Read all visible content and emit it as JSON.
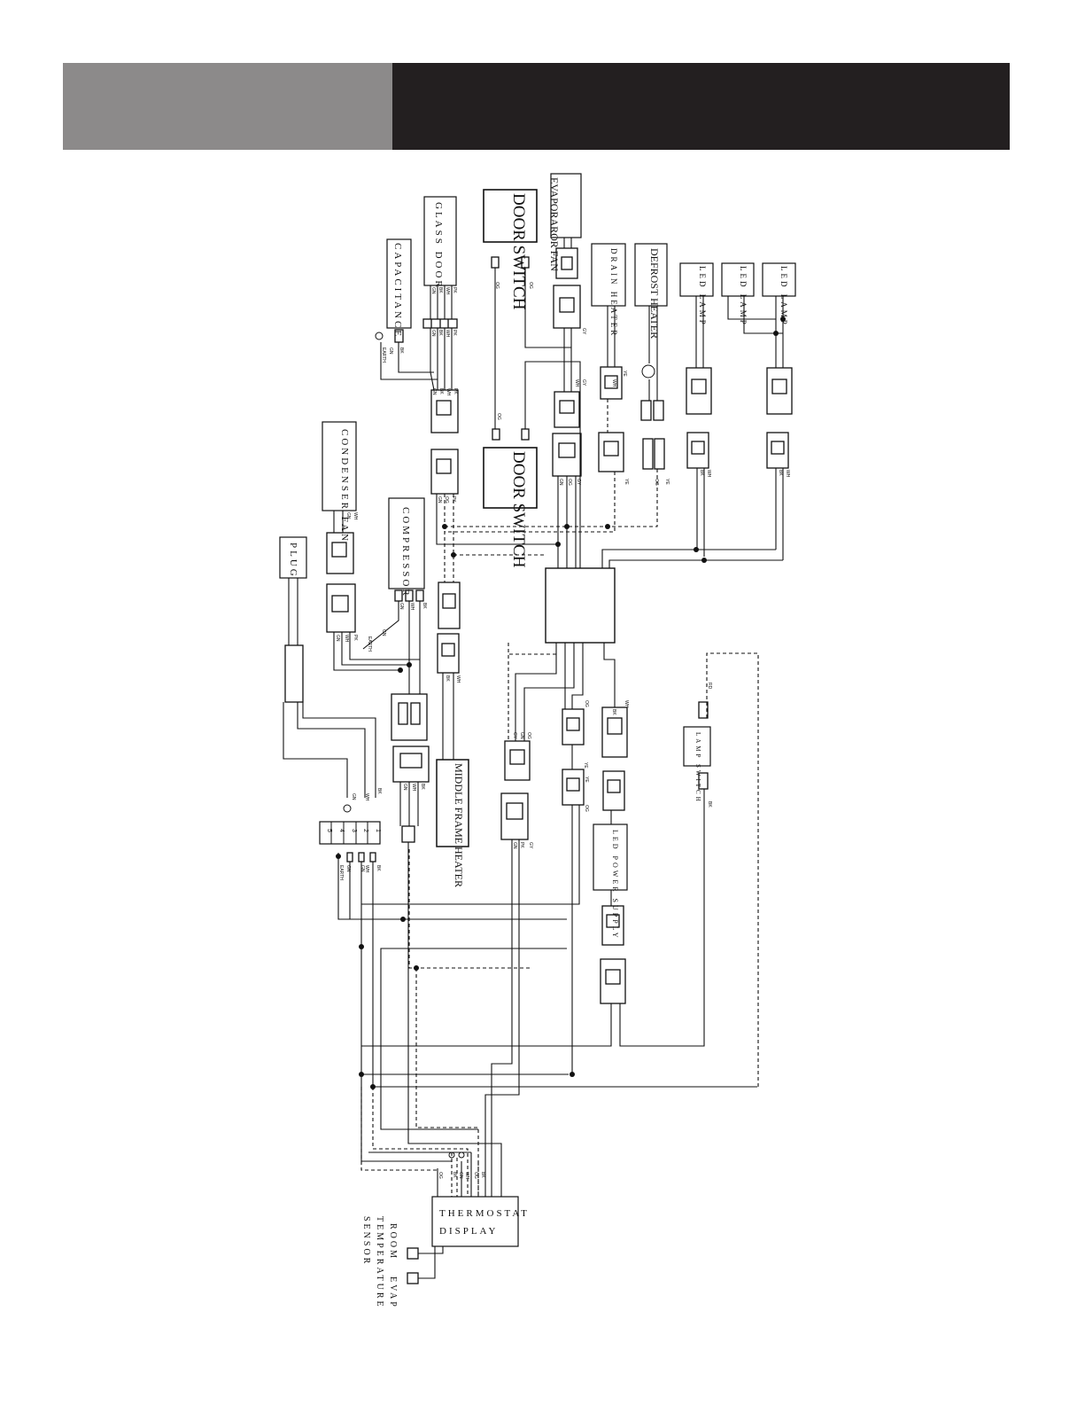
{
  "colors": {
    "header_left": "#8c8a8a",
    "header_right": "#231f20",
    "line": "#111111"
  },
  "components": {
    "evaporator_fan": "EVAPORAROR FAN",
    "door_switch_top": "DOOR SWITCH",
    "glass_door": "GLASS DOOR",
    "capacitance": "CAPACITANCE",
    "drain_heater": "DRAIN HEATER",
    "defrost_heater": "DEFROST HEATER",
    "led_lamp_1": "LED LAMP",
    "led_lamp_2": "LED LAMP",
    "led_lamp_3": "LED LAMP",
    "door_switch_mid": "DOOR SWITCH",
    "condenser_fan": "CONDENSER FAN",
    "compressor": "COMPRESSOR",
    "plug": "PLUG",
    "middle_frame_heater": "MIDDLE FRAME HEATER",
    "lamp_switch": "LAMP SWITCH",
    "led_power_supply": "LED POWER SUPPLY",
    "thermostat_display_1": "THERMOSTAT",
    "thermostat_display_2": "DISPLAY",
    "room_temp_sensor_1": "ROOM",
    "room_temp_sensor_2": "TEMPERATURE",
    "room_temp_sensor_3": "SENSOR",
    "evap_sensor": "EVAP"
  },
  "terminal_block": [
    "1",
    "2",
    "3",
    "4",
    "5"
  ],
  "wire_labels": {
    "earth": "EARTH",
    "gn": "GN",
    "bk": "BK",
    "wh": "WH",
    "og": "OG",
    "pk": "PK",
    "ye": "YE",
    "rd": "RD",
    "gy": "GY"
  }
}
